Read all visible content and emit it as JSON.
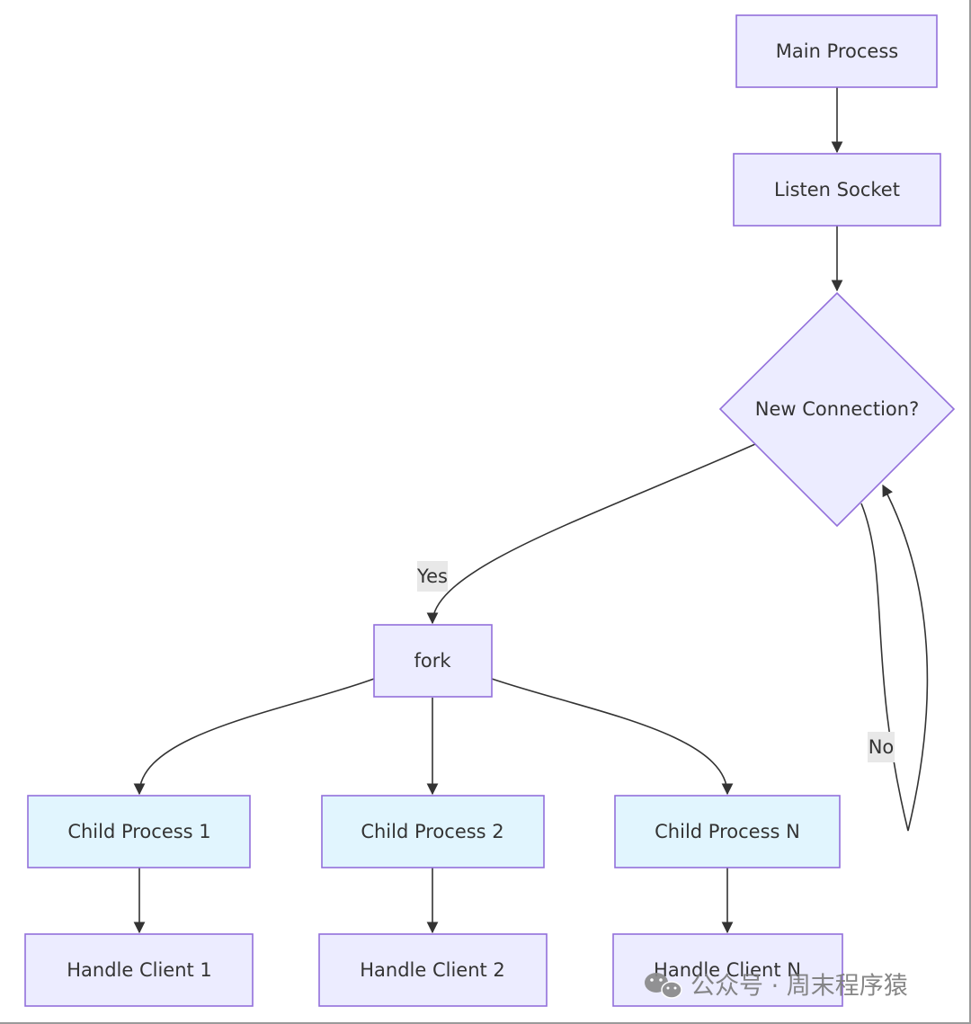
{
  "diagram": {
    "nodes": {
      "main_process": "Main Process",
      "listen_socket": "Listen Socket",
      "new_connection": "New Connection?",
      "fork": "fork",
      "child_1": "Child Process 1",
      "child_2": "Child Process 2",
      "child_n": "Child Process N",
      "handle_1": "Handle Client 1",
      "handle_2": "Handle Client 2",
      "handle_n": "Handle Client N"
    },
    "edge_labels": {
      "yes": "Yes",
      "no": "No"
    }
  },
  "watermark": {
    "text": "公众号 · 周末程序猿"
  },
  "colors": {
    "process_fill": "#ececff",
    "child_fill": "#e1f5fe",
    "border": "#9370db",
    "edge": "#333333",
    "label_bg": "#e8e8e8"
  }
}
